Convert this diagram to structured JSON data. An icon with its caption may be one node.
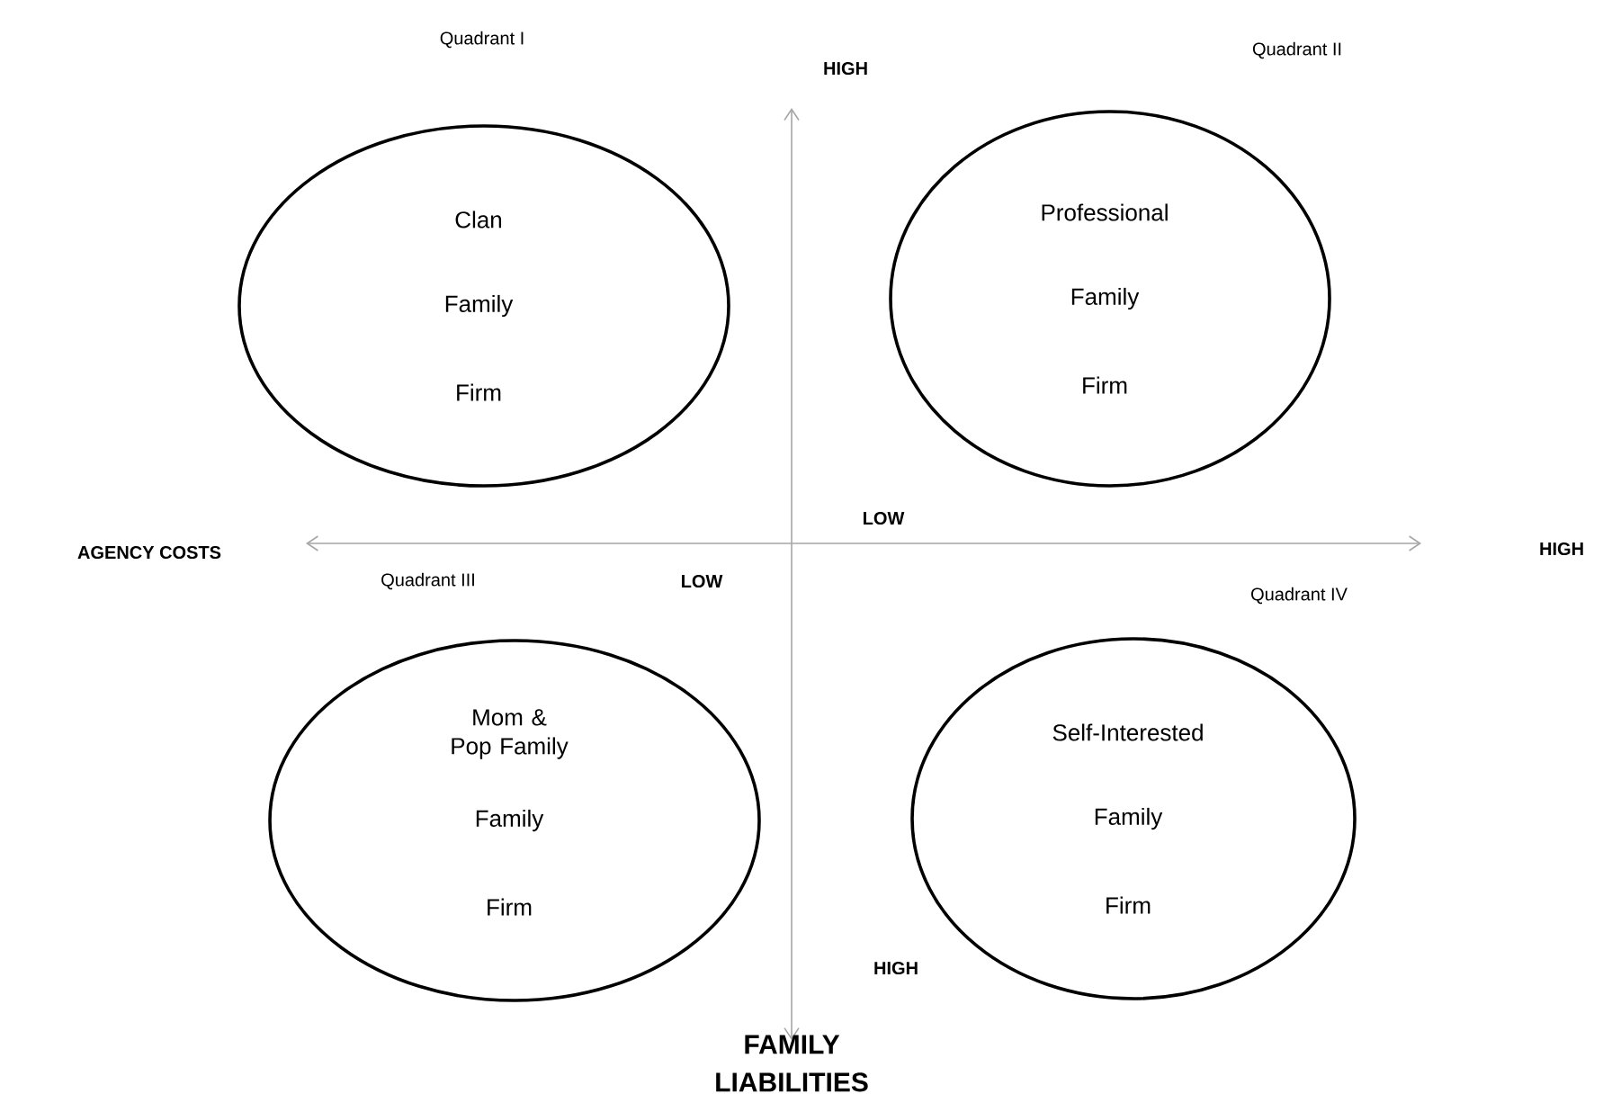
{
  "diagram": {
    "nodes": [
      {
        "text": [
          "Clan",
          "Family",
          "Firm"
        ]
      },
      {
        "text": [
          "Professional",
          "Family",
          "Firm"
        ]
      },
      {
        "text": [
          "Mom & Pop Family",
          "Family",
          "Firm"
        ]
      },
      {
        "text": [
          "Self-Interested",
          "Family",
          "Firm"
        ]
      }
    ],
    "labels": [
      "Quadrant I",
      "HIGH",
      "Quadrant II",
      "LOW",
      "AGENCY COSTS",
      "HIGH",
      "Quadrant III",
      "LOW",
      "Quadrant IV",
      "HIGH",
      "FAMILY LIABILITIES"
    ]
  }
}
